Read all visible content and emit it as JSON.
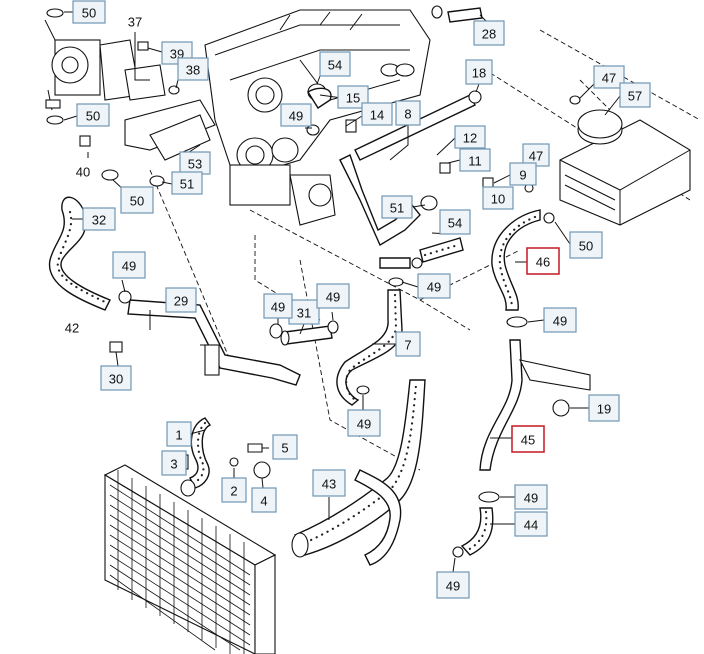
{
  "diagram": {
    "highlight_color": "#c8262e",
    "box_color": "#6f97b3",
    "callouts": [
      {
        "id": "c50a",
        "label": "50",
        "highlight": false
      },
      {
        "id": "c37",
        "label": "37",
        "highlight": false
      },
      {
        "id": "c39",
        "label": "39",
        "highlight": false
      },
      {
        "id": "c38",
        "label": "38",
        "highlight": false
      },
      {
        "id": "c50b",
        "label": "50",
        "highlight": false
      },
      {
        "id": "c40",
        "label": "40",
        "highlight": false
      },
      {
        "id": "c53",
        "label": "53",
        "highlight": false
      },
      {
        "id": "c50c",
        "label": "50",
        "highlight": false
      },
      {
        "id": "c51a",
        "label": "51",
        "highlight": false
      },
      {
        "id": "c32",
        "label": "32",
        "highlight": false
      },
      {
        "id": "c49a",
        "label": "49",
        "highlight": false
      },
      {
        "id": "c42",
        "label": "42",
        "highlight": false
      },
      {
        "id": "c29",
        "label": "29",
        "highlight": false
      },
      {
        "id": "c30",
        "label": "30",
        "highlight": false
      },
      {
        "id": "c28",
        "label": "28",
        "highlight": false
      },
      {
        "id": "c54a",
        "label": "54",
        "highlight": false
      },
      {
        "id": "c15",
        "label": "15",
        "highlight": false
      },
      {
        "id": "c14",
        "label": "14",
        "highlight": false
      },
      {
        "id": "c49b",
        "label": "49",
        "highlight": false
      },
      {
        "id": "c8",
        "label": "8",
        "highlight": false
      },
      {
        "id": "c18",
        "label": "18",
        "highlight": false
      },
      {
        "id": "c12",
        "label": "12",
        "highlight": false
      },
      {
        "id": "c11",
        "label": "11",
        "highlight": false
      },
      {
        "id": "c47a",
        "label": "47",
        "highlight": false
      },
      {
        "id": "c57",
        "label": "57",
        "highlight": false
      },
      {
        "id": "c47b",
        "label": "47",
        "highlight": false
      },
      {
        "id": "c9",
        "label": "9",
        "highlight": false
      },
      {
        "id": "c10",
        "label": "10",
        "highlight": false
      },
      {
        "id": "c51b",
        "label": "51",
        "highlight": false
      },
      {
        "id": "c54b",
        "label": "54",
        "highlight": false
      },
      {
        "id": "c50d",
        "label": "50",
        "highlight": false
      },
      {
        "id": "c46",
        "label": "46",
        "highlight": true
      },
      {
        "id": "c49c",
        "label": "49",
        "highlight": false
      },
      {
        "id": "c49d",
        "label": "49",
        "highlight": false
      },
      {
        "id": "c31",
        "label": "31",
        "highlight": false
      },
      {
        "id": "c49e",
        "label": "49",
        "highlight": false
      },
      {
        "id": "c7",
        "label": "7",
        "highlight": false
      },
      {
        "id": "c49f",
        "label": "49",
        "highlight": false
      },
      {
        "id": "c49g",
        "label": "49",
        "highlight": false
      },
      {
        "id": "c19",
        "label": "19",
        "highlight": false
      },
      {
        "id": "c45",
        "label": "45",
        "highlight": true
      },
      {
        "id": "c1",
        "label": "1",
        "highlight": false
      },
      {
        "id": "c3",
        "label": "3",
        "highlight": false
      },
      {
        "id": "c2",
        "label": "2",
        "highlight": false
      },
      {
        "id": "c4",
        "label": "4",
        "highlight": false
      },
      {
        "id": "c5",
        "label": "5",
        "highlight": false
      },
      {
        "id": "c43",
        "label": "43",
        "highlight": false
      },
      {
        "id": "c49h",
        "label": "49",
        "highlight": false
      },
      {
        "id": "c44",
        "label": "44",
        "highlight": false
      },
      {
        "id": "c49i",
        "label": "49",
        "highlight": false
      }
    ],
    "plain_labels": [
      {
        "id": "p37",
        "label": "37"
      },
      {
        "id": "p40",
        "label": "40"
      },
      {
        "id": "p42",
        "label": "42"
      }
    ]
  }
}
